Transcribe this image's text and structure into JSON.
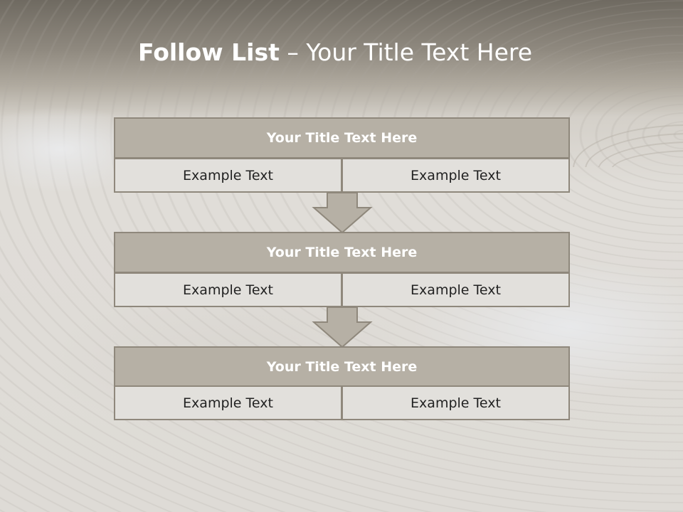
{
  "header": {
    "title_bold": "Follow List",
    "title_rest": " – Your Title Text Here"
  },
  "steps": [
    {
      "title": "Your Title Text Here",
      "left": "Example Text",
      "right": "Example Text"
    },
    {
      "title": "Your Title Text Here",
      "left": "Example Text",
      "right": "Example Text"
    },
    {
      "title": "Your Title Text Here",
      "left": "Example Text",
      "right": "Example Text"
    }
  ],
  "colors": {
    "header_fill": "#b6b0a5",
    "cell_fill": "#e2e0dc",
    "border": "#8f887c",
    "arrow_fill": "#b6b0a5"
  }
}
